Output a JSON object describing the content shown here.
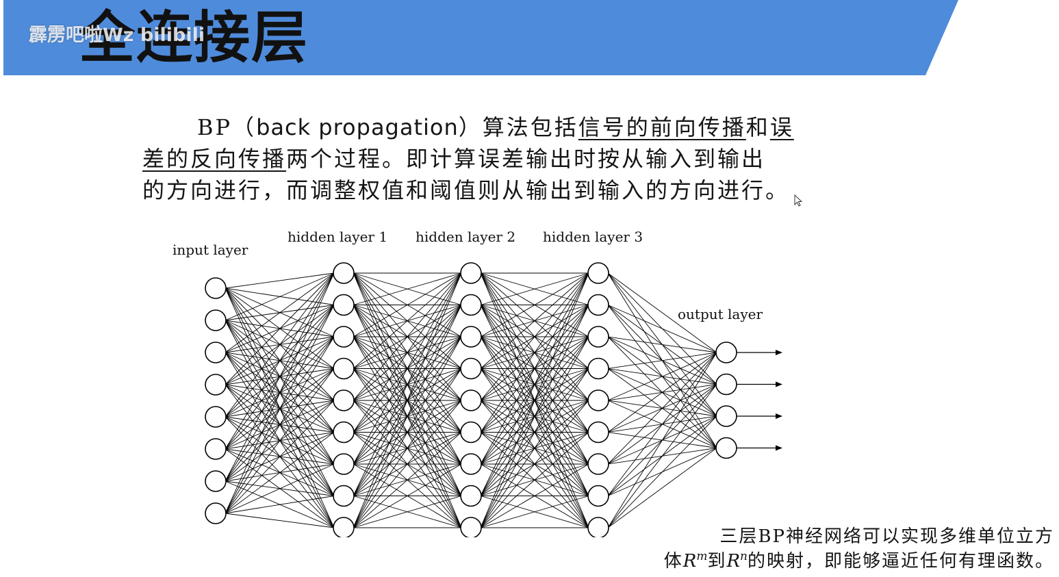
{
  "header": {
    "title": "全连接层",
    "watermark": "霹雳吧啦Wz  bilibili"
  },
  "paragraph": {
    "line1_start": "BP（",
    "line1_latin": "back propagation",
    "line1_mid": "）算法包括",
    "line1_ul1": "信号的前向传播",
    "line1_and": "和",
    "line1_ul2": "误",
    "line2_ul": "差的反向传播",
    "line2_rest": "两个过程。即计算误差输出时按从输入到输出",
    "line3": "的方向进行，而调整权值和阈值则从输出到输入的方向进行。"
  },
  "diagram": {
    "layer_labels": {
      "input": "input layer",
      "hidden1": "hidden layer 1",
      "hidden2": "hidden layer 2",
      "hidden3": "hidden layer 3",
      "output": "output layer"
    },
    "layer_node_counts": [
      8,
      9,
      9,
      9,
      4
    ],
    "line_color": "#000000",
    "node_fill": "#ffffff"
  },
  "caption": {
    "line1": "三层BP神经网络可以实现多维单位立方",
    "line2_a": "体",
    "R1": "R",
    "m": "m",
    "to": "到",
    "R2": "R",
    "n": "n",
    "line2_b": "的映射，即能够逼近任何有理函数。"
  },
  "colors": {
    "band": "#4f8bdb",
    "title": "#111111",
    "text": "#151515"
  }
}
